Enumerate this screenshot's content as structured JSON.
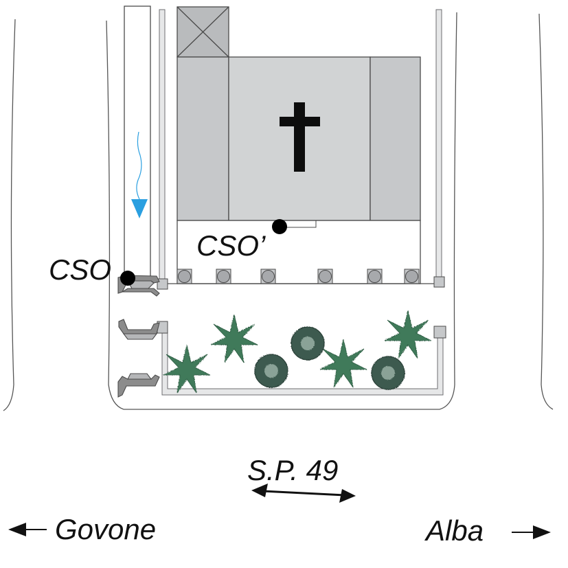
{
  "labels": {
    "cso": "CSO",
    "cso_prime": "CSO’",
    "road": "S.P. 49",
    "left_destination": "Govone",
    "right_destination": "Alba"
  },
  "colors": {
    "building_main": "#d1d3d4",
    "building_side": "#c6c8ca",
    "outline": "#4a4a4a",
    "cross": "#0d0d0d",
    "flow_arrow": "#2a9fe0",
    "plant_star": "#3f7a5a",
    "plant_round": "#3c5a4f",
    "manhole": "#8c8c8c",
    "point_marker": "#000000"
  },
  "icons": {
    "church": "cross-icon",
    "bell_tower": "crossed-box-icon",
    "flow": "flow-arrow-icon",
    "plant": "plant-icon",
    "culvert": "culvert-icon",
    "direction": "arrow-icon"
  }
}
